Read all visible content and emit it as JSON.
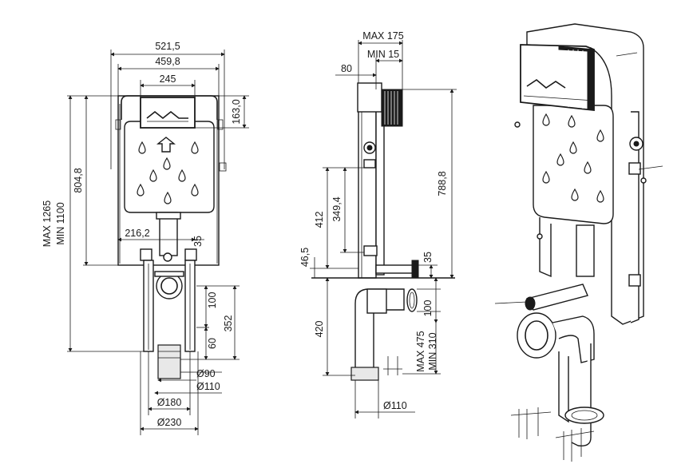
{
  "front_view": {
    "width_overall": "521,5",
    "width_frame": "459,8",
    "width_cistern": "245",
    "height_cistern_top": "163,0",
    "height_frame": "804,8",
    "height_max": "MAX 1265",
    "height_min": "MIN 1100",
    "offset_drain": "216,2",
    "offset_small": "35",
    "drain_100": "100",
    "drain_60": "60",
    "drain_352": "352",
    "pipe_90": "Ø90",
    "pipe_110": "Ø110",
    "width_180": "Ø180",
    "width_230": "Ø230"
  },
  "side_view": {
    "depth_max": "MAX 175",
    "depth_min": "MIN 15",
    "depth_80": "80",
    "height_788": "788,8",
    "height_412": "412",
    "height_349": "349,4",
    "height_46": "46,5",
    "offset_35": "35",
    "offset_100": "100",
    "height_420": "420",
    "height_max": "MAX 475",
    "height_min": "MIN 310",
    "pipe_110": "Ø110"
  },
  "iso_view": {
    "product": "concealed cistern frame"
  }
}
